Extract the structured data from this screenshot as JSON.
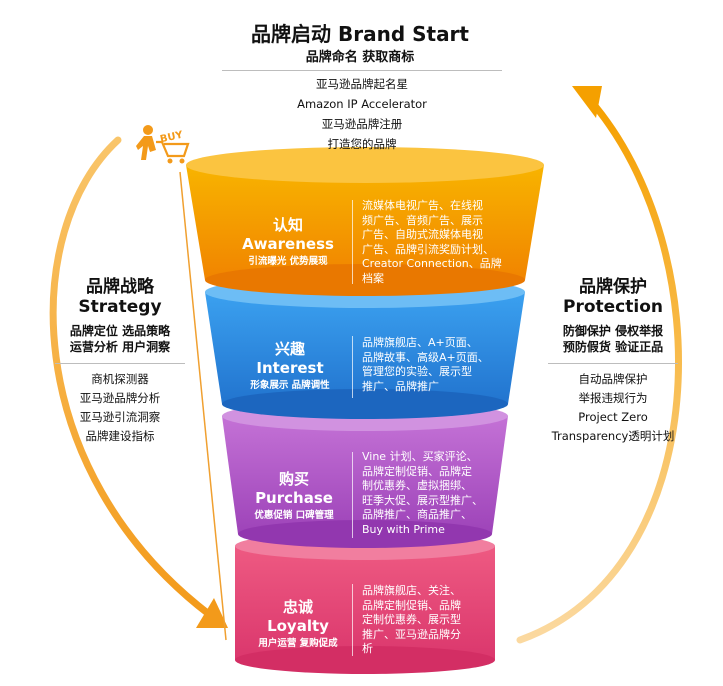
{
  "top": {
    "title": "品牌启动 Brand Start",
    "subtitle": "品牌命名 获取商标",
    "items": [
      "亚马逊品牌起名星",
      "Amazon IP Accelerator",
      "亚马逊品牌注册",
      "打造您的品牌"
    ]
  },
  "left": {
    "title_cn": "品牌战略",
    "title_en": "Strategy",
    "sub1": "品牌定位 选品策略",
    "sub2": "运营分析 用户洞察",
    "items": [
      "商机探测器",
      "亚马逊品牌分析",
      "亚马逊引流洞察",
      "品牌建设指标"
    ]
  },
  "right": {
    "title_cn": "品牌保护",
    "title_en": "Protection",
    "sub1": "防御保护 侵权举报",
    "sub2": "预防假货 验证正品",
    "items": [
      "自动品牌保护",
      "举报违规行为",
      "Project Zero",
      "Transparency透明计划"
    ]
  },
  "buy_icon_text": "BUY",
  "stages": [
    {
      "cn": "认知",
      "en": "Awareness",
      "sub": "引流曝光 优势展现",
      "desc": [
        "流媒体电视广告、在线视",
        "频广告、音频广告、展示",
        "广告、自助式流媒体电视",
        "广告、品牌引流奖励计划、",
        "Creator Connection、品牌",
        "档案"
      ]
    },
    {
      "cn": "兴趣",
      "en": "Interest",
      "sub": "形象展示 品牌调性",
      "desc": [
        "品牌旗舰店、A+页面、",
        "品牌故事、高级A+页面、",
        "管理您的实验、展示型",
        "推广、品牌推广"
      ]
    },
    {
      "cn": "购买",
      "en": "Purchase",
      "sub": "优惠促销 口碑管理",
      "desc": [
        "Vine 计划、买家评论、",
        "品牌定制促销、品牌定",
        "制优惠券、虚拟捆绑、",
        "旺季大促、展示型推广、",
        "品牌推广、商品推广、",
        "Buy with Prime"
      ]
    },
    {
      "cn": "忠诚",
      "en": "Loyalty",
      "sub": "用户运营 复购促成",
      "desc": [
        "品牌旗舰店、关注、",
        "品牌定制促销、品牌",
        "定制优惠券、展示型",
        "推广、亚马逊品牌分",
        "析"
      ]
    }
  ],
  "colors": {
    "awareness": "#F5A300",
    "interest": "#2D8BE0",
    "purchase": "#B253C9",
    "loyalty": "#E8457A",
    "arrow": "#F7A61B"
  }
}
